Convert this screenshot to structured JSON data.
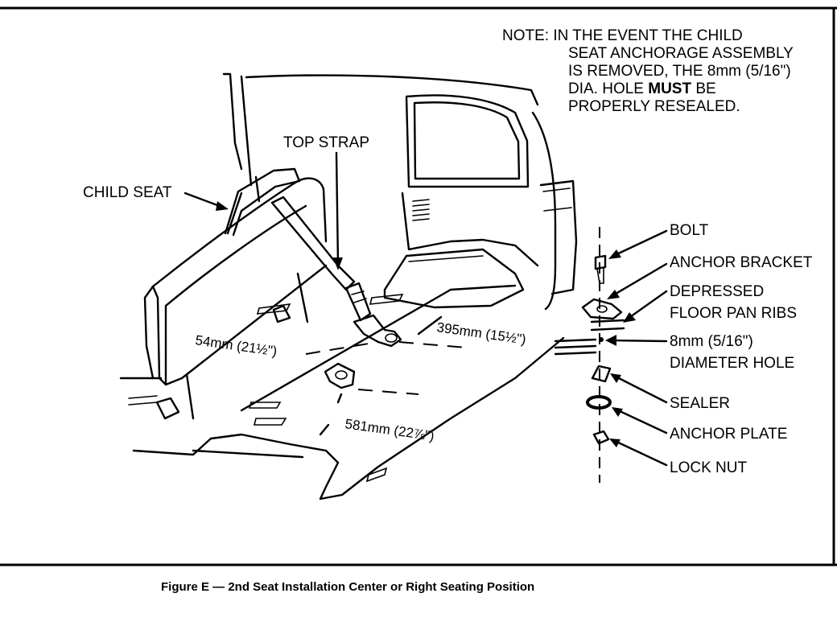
{
  "note": {
    "lines": [
      "NOTE:  IN THE EVENT THE CHILD",
      "SEAT ANCHORAGE ASSEMBLY",
      "IS REMOVED, THE 8mm (5/16\")",
      "DIA. HOLE ",
      "MUST",
      " BE",
      "PROPERLY RESEALED."
    ]
  },
  "labels": {
    "child_seat": "CHILD SEAT",
    "top_strap": "TOP STRAP",
    "bolt": "BOLT",
    "anchor_bracket": "ANCHOR BRACKET",
    "depressed_1": "DEPRESSED",
    "depressed_2": "FLOOR PAN RIBS",
    "hole_1": "8mm (5/16\")",
    "hole_2": "DIAMETER HOLE",
    "sealer": "SEALER",
    "anchor_plate": "ANCHOR PLATE",
    "lock_nut": "LOCK NUT"
  },
  "dimensions": {
    "d54": "54mm (21½\")",
    "d395": "395mm (15½\")",
    "d581": "581mm (22⅞\")"
  },
  "caption": "Figure E — 2nd Seat Installation Center or Right Seating Position"
}
